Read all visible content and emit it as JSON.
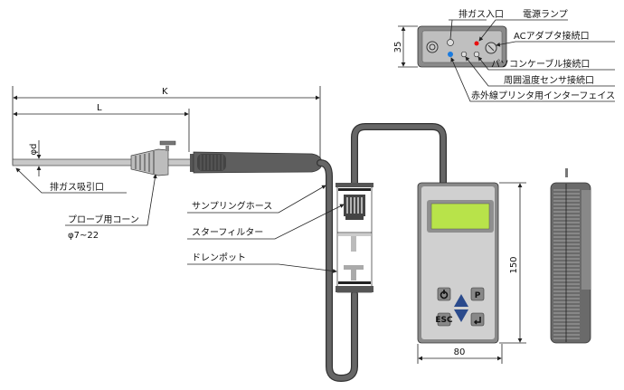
{
  "dimensions": {
    "total_length": "K",
    "probe_length": "L",
    "probe_diameter": "φd",
    "height": "35",
    "device_height": "150",
    "device_width": "80"
  },
  "labels": {
    "exhaust_intake": "排ガス吸引口",
    "probe_cone": "プローブ用コーン",
    "probe_cone_size": "φ7~22",
    "sampling_hose": "サンプリングホース",
    "star_filter": "スターフィルター",
    "drain_pot": "ドレンポット",
    "exhaust_inlet": "排ガス入口",
    "power_lamp": "電源ランプ",
    "ac_adapter_port": "ACアダプタ接続口",
    "pc_cable_port": "パソコンケーブル接続口",
    "ambient_sensor_port": "周囲温度センサ接続口",
    "ir_printer_interface": "赤外線プリンタ用インターフェイス"
  },
  "device_buttons": {
    "power": "power-icon",
    "print": "P",
    "escape": "ESC",
    "enter": "enter-icon",
    "up": "up-arrow",
    "down": "down-arrow"
  },
  "colors": {
    "lcd": "#b8e34a",
    "power_lamp": "#e81010",
    "ir_port": "#1a7be0",
    "arrow_buttons": "#2a4a8c",
    "body": "#c9c9c9",
    "hose": "#5a5a5a"
  }
}
